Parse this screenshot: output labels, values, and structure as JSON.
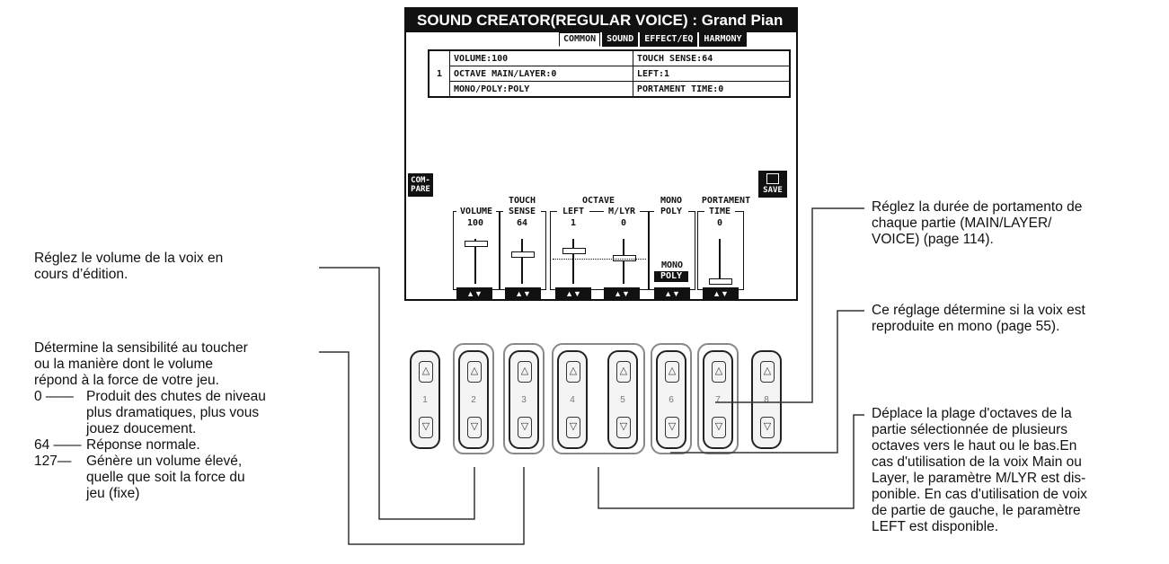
{
  "lcd": {
    "title": "SOUND CREATOR(REGULAR VOICE) : Grand Pian",
    "tabs": [
      "COMMON",
      "SOUND",
      "EFFECT/EQ",
      "HARMONY"
    ],
    "table": {
      "part": "1",
      "rows": [
        [
          "VOLUME:100",
          "TOUCH SENSE:64"
        ],
        [
          "OCTAVE MAIN/LAYER:0",
          "LEFT:1"
        ],
        [
          "MONO/POLY:POLY",
          "PORTAMENT TIME:0"
        ]
      ]
    },
    "compare_label": "COM-\nPARE",
    "save_label": "SAVE",
    "controls": {
      "volume": {
        "label": "VOLUME",
        "value": "100"
      },
      "touch_sense": {
        "label_top": "TOUCH",
        "label": "SENSE",
        "value": "64"
      },
      "octave": {
        "label": "OCTAVE",
        "left_label": "LEFT",
        "left_value": "1",
        "mlyr_label": "M/LYR",
        "mlyr_value": "0"
      },
      "mono": {
        "label_top": "MONO",
        "label": "POLY",
        "mono_text": "MONO",
        "poly_text": "POLY"
      },
      "portament": {
        "label_top": "PORTAMENT",
        "label": "TIME",
        "value": "0"
      }
    }
  },
  "buttons": [
    "1",
    "2",
    "3",
    "4",
    "5",
    "6",
    "7",
    "8"
  ],
  "annotations": {
    "volume": "Réglez le volume de la voix en\ncours d’édition.",
    "touch_intro": "Détermine la sensibilité au toucher\nou la manière dont le volume\nrépond à la force de votre jeu.",
    "touch_0_key": "0 ——",
    "touch_0_text": "Produit des chutes de niveau\nplus dramatiques, plus vous\njouez doucement.",
    "touch_64_key": "64 ——",
    "touch_64_text": "Réponse normale.",
    "touch_127_key": "127—",
    "touch_127_text": "Génère un volume élevé,\nquelle que soit la force du\njeu (fixe)",
    "portament": "Réglez la durée de portamento de\nchaque partie (MAIN/LAYER/\nVOICE) (page 114).",
    "mono": "Ce réglage détermine si la voix est\nreproduite en mono (page 55).",
    "octave": "Déplace la plage d'octaves de la\npartie sélectionnée de plusieurs\noctaves vers le haut ou le bas.En\ncas d'utilisation de la voix Main ou\nLayer, le paramètre M/LYR est dis-\nponible. En cas d'utilisation de voix\nde partie de gauche, le paramètre\nLEFT est disponible."
  }
}
